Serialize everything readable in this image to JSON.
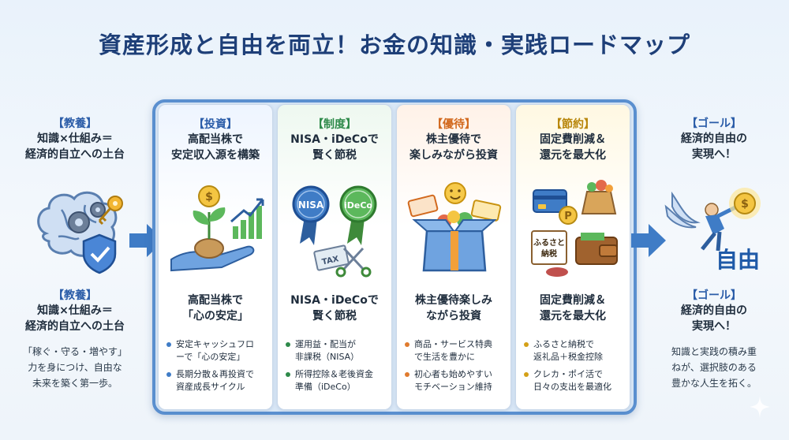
{
  "title": "資産形成と自由を両立！お金の知識・実践ロードマップ",
  "colors": {
    "title": "#1e3f78",
    "invest": "#2a5ca8",
    "system": "#2e8a4a",
    "perks": "#d2691e",
    "saving": "#b8860b"
  },
  "left": {
    "top_heading": "【教養】",
    "top_lines": [
      "知識×仕組み＝",
      "経済的自立への土台"
    ],
    "bottom_heading": "【教養】",
    "bottom_lines": [
      "知識×仕組み＝",
      "経済的自立への土台"
    ],
    "desc_lines": [
      "「稼ぐ・守る・増やす」",
      "力を身につけ、自由な",
      "未来を築く第一歩。"
    ],
    "icons": [
      "brain-icon",
      "gear-icon",
      "key-icon",
      "shield-check-icon"
    ]
  },
  "cards": [
    {
      "tag": "【投資】",
      "top_lines": [
        "高配当株で",
        "安定収入源を構築"
      ],
      "mid_lines": [
        "高配当株で",
        "「心の安定」"
      ],
      "bullets": [
        [
          "安定キャッシュフロ",
          "ーで「心の安定」"
        ],
        [
          "長期分散＆再投資で",
          "資産成長サイクル"
        ]
      ],
      "icons": [
        "hand-plant-coin-icon",
        "growth-chart-icon"
      ]
    },
    {
      "tag": "【制度】",
      "top_lines": [
        "NISA・iDeCoで",
        "賢く節税"
      ],
      "mid_lines": [
        "NISA・iDeCoで",
        "賢く節税"
      ],
      "badges": [
        "NISA",
        "iDeCo"
      ],
      "tax_label": "TAX",
      "bullets": [
        [
          "運用益・配当が",
          "非課税（NISA）"
        ],
        [
          "所得控除＆老後資金",
          "準備（iDeCo）"
        ]
      ],
      "icons": [
        "nisa-ribbon-icon",
        "ideco-ribbon-icon",
        "scissors-tax-icon"
      ]
    },
    {
      "tag": "【優待】",
      "top_lines": [
        "株主優待で",
        "楽しみながら投資"
      ],
      "mid_lines": [
        "株主優待楽しみ",
        "ながら投資"
      ],
      "bullets": [
        [
          "商品・サービス特典",
          "で生活を豊かに"
        ],
        [
          "初心者も始めやすい",
          "モチベーション維持"
        ]
      ],
      "icons": [
        "gift-box-icon",
        "smile-icon",
        "ticket-icon"
      ]
    },
    {
      "tag": "【節約】",
      "top_lines": [
        "固定費削減＆",
        "還元を最大化"
      ],
      "mid_lines": [
        "固定費削減＆",
        "還元を最大化"
      ],
      "furusato_label": [
        "ふるさと",
        "納税"
      ],
      "points_label": "P",
      "bullets": [
        [
          "ふるさと納税で",
          "返礼品＋税金控除"
        ],
        [
          "クレカ・ポイ活で",
          "日々の支出を最適化"
        ]
      ],
      "icons": [
        "credit-card-icon",
        "point-coin-icon",
        "furusato-box-icon",
        "wallet-icon"
      ]
    }
  ],
  "right": {
    "top_heading": "【ゴール】",
    "top_lines": [
      "経済的自由の",
      "実現へ！"
    ],
    "big_word": "自由",
    "bottom_heading": "【ゴール】",
    "bottom_lines": [
      "経済的自由の",
      "実現へ！"
    ],
    "desc_lines": [
      "知識と実践の積み重",
      "ねが、選択肢のある",
      "豊かな人生を拓く。"
    ],
    "icons": [
      "flying-person-icon",
      "sun-coin-icon",
      "sparkle-icon"
    ]
  }
}
